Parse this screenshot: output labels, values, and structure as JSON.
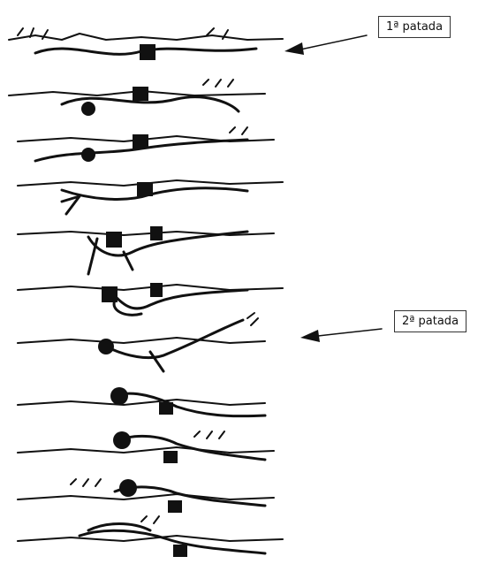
{
  "figure": {
    "description_visible": false,
    "colors": {
      "ink": "#111111",
      "background": "#ffffff"
    },
    "stroke_frames": 11
  },
  "callouts": [
    {
      "id": "kick-1",
      "label": "1ª patada",
      "frame_index": 0
    },
    {
      "id": "kick-2",
      "label": "2ª patada",
      "frame_index": 6
    }
  ]
}
